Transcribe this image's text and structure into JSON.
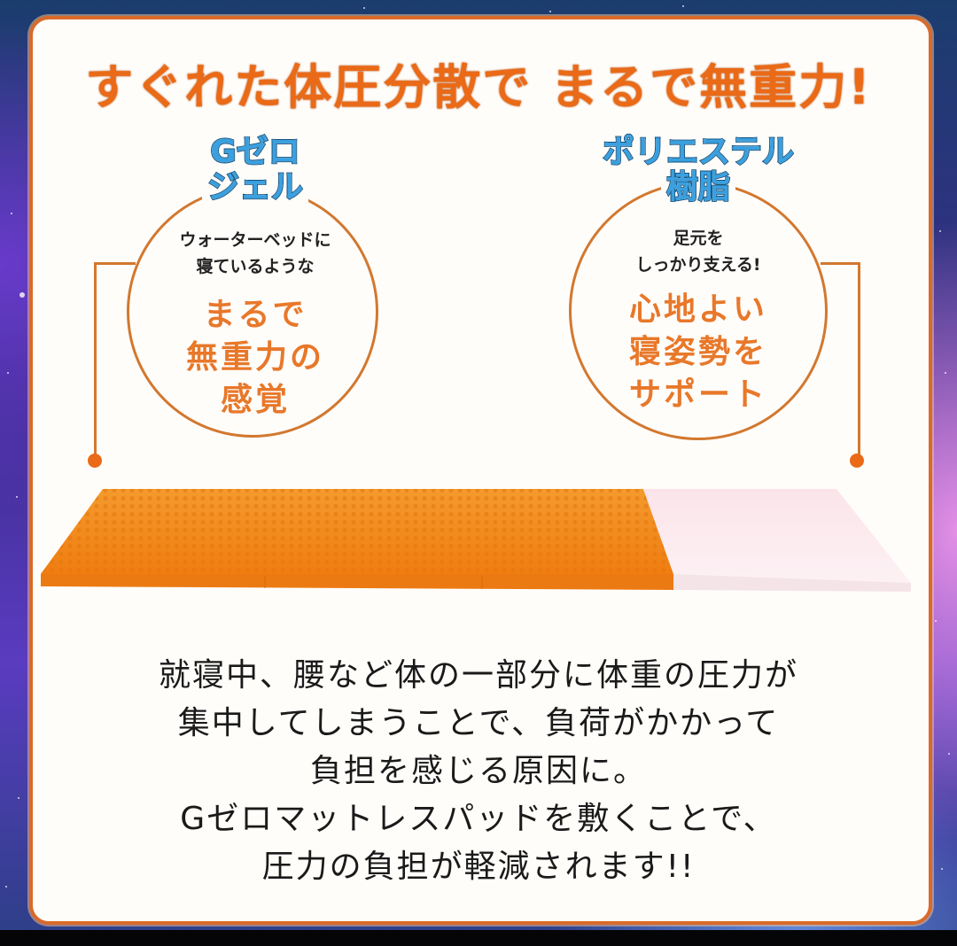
{
  "headline": "すぐれた体圧分散で まるで無重力!",
  "features": [
    {
      "title_lines": [
        "Gゼロ",
        "ジェル"
      ],
      "sub_lines": [
        "ウォーターベッドに",
        "寝ているような"
      ],
      "main_lines": [
        "まるで",
        "無重力の",
        "感覚"
      ]
    },
    {
      "title_lines": [
        "ポリエステル",
        "樹脂"
      ],
      "sub_lines": [
        "足元を",
        "しっかり支える!"
      ],
      "main_lines": [
        "心地よい",
        "寝姿勢を",
        "サポート"
      ]
    }
  ],
  "description_lines": [
    "就寝中、腰など体の一部分に体重の圧力が",
    "集中してしまうことで、負荷がかかって",
    "負担を感じる原因に。",
    "Gゼロマットレスパッドを敷くことで、",
    "圧力の負担が軽減されます!!"
  ],
  "colors": {
    "accent_orange": "#ea6a17",
    "border_orange": "#d96a2a",
    "title_blue": "#3aa0df",
    "title_outline": "#17527f",
    "mattress_gel": "#f28a1e",
    "mattress_resin": "#fbe9ee"
  }
}
